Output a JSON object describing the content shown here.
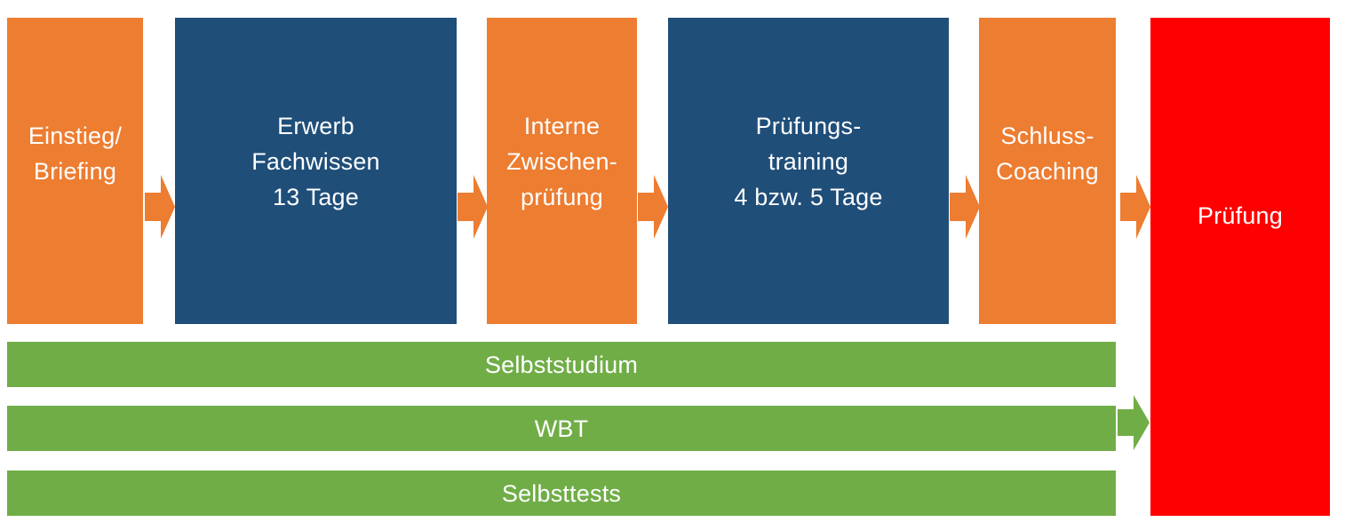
{
  "colors": {
    "orange": "#ED7D31",
    "navy": "#1F4E79",
    "green": "#70AD47",
    "red": "#FF0000",
    "text": "#FFFFFF"
  },
  "phases": [
    {
      "id": "einstieg",
      "label": "Einstieg/\nBriefing",
      "color": "orange"
    },
    {
      "id": "fachwissen",
      "label": "Erwerb\nFachwissen\n13 Tage",
      "color": "navy"
    },
    {
      "id": "zwischenpruefung",
      "label": "Interne\nZwischen-\nprüfung",
      "color": "orange"
    },
    {
      "id": "pruefungstraining",
      "label": "Prüfungs-\ntraining\n4  bzw. 5 Tage",
      "color": "navy"
    },
    {
      "id": "schlusscoaching",
      "label": "Schluss-\nCoaching",
      "color": "orange"
    }
  ],
  "final": {
    "label": "Prüfung",
    "color": "red"
  },
  "tracks": [
    {
      "id": "selbststudium",
      "label": "Selbststudium",
      "color": "green"
    },
    {
      "id": "wbt",
      "label": "WBT",
      "color": "green"
    },
    {
      "id": "selbsttests",
      "label": "Selbsttests",
      "color": "green"
    }
  ]
}
